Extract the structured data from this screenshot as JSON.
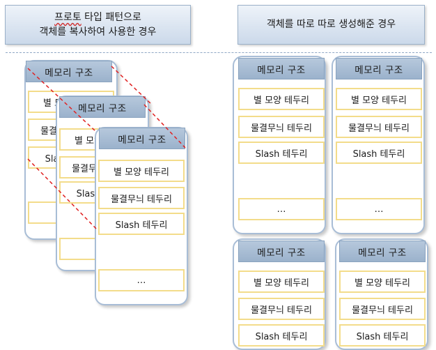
{
  "left_panel": {
    "heading_line1": "프로토 타입 패턴으로",
    "heading_line2": "객체를 복사하여 사용한 경우"
  },
  "right_panel": {
    "heading": "객체를 따로 따로 생성해준 경우"
  },
  "card_title": "메모리 구조",
  "rows": {
    "star": "별 모양 테두리",
    "wave": "물결무늬 테두리",
    "slash": "Slash 테두리",
    "more": "…"
  },
  "colors": {
    "header_fill": "#cbd9ea",
    "title_fill": "#9bb2cc",
    "card_border": "#a8bdd6",
    "row_border": "#f3dc8a",
    "copy_line": "#e02020",
    "separator": "#8ea7c4"
  }
}
